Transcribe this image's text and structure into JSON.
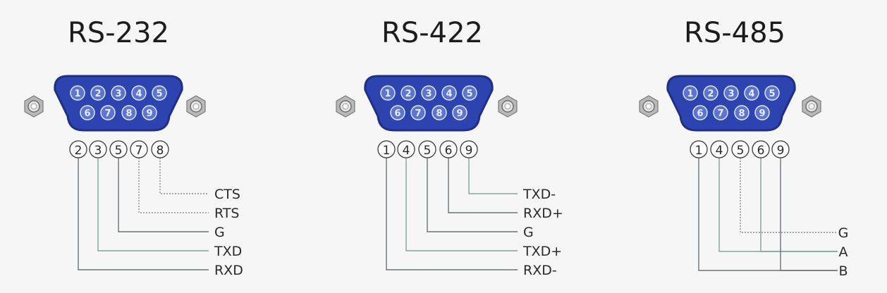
{
  "colors": {
    "background": "#f6f6f6",
    "connector_fill": "#2d44b0",
    "connector_stroke": "#1f2f86",
    "pin_face": "#5c74d4",
    "pin_text": "#e9efff",
    "wire_solid": "#6b7277",
    "wire_green": "#7fa595",
    "wire_dotted": "#8a8a8a",
    "text": "#2a2a2a"
  },
  "connector_pins_top": [
    "1",
    "2",
    "3",
    "4",
    "5"
  ],
  "connector_pins_bottom": [
    "6",
    "7",
    "8",
    "9"
  ],
  "icons": [
    "hex-nut-icon",
    "db9-connector-icon",
    "circled-number-icon"
  ],
  "standards": [
    {
      "title": "RS-232",
      "pins": [
        "2",
        "3",
        "5",
        "7",
        "8"
      ],
      "signals": [
        {
          "label": "CTS",
          "pin": "8",
          "style": "dotted"
        },
        {
          "label": "RTS",
          "pin": "7",
          "style": "dotted"
        },
        {
          "label": "G",
          "pin": "5",
          "style": "solid"
        },
        {
          "label": "TXD",
          "pin": "3",
          "style": "green"
        },
        {
          "label": "RXD",
          "pin": "2",
          "style": "solid"
        }
      ]
    },
    {
      "title": "RS-422",
      "pins": [
        "1",
        "4",
        "5",
        "6",
        "9"
      ],
      "signals": [
        {
          "label": "TXD-",
          "pin": "9",
          "style": "green"
        },
        {
          "label": "RXD+",
          "pin": "6",
          "style": "solid"
        },
        {
          "label": "G",
          "pin": "5",
          "style": "solid"
        },
        {
          "label": "TXD+",
          "pin": "4",
          "style": "green"
        },
        {
          "label": "RXD-",
          "pin": "1",
          "style": "solid"
        }
      ]
    },
    {
      "title": "RS-485",
      "pins": [
        "1",
        "4",
        "5",
        "6",
        "9"
      ],
      "signals": [
        {
          "label": "G",
          "pin": "5",
          "style": "dotted"
        },
        {
          "label": "A",
          "pins": [
            "4",
            "6"
          ],
          "style": "green"
        },
        {
          "label": "B",
          "pins": [
            "1",
            "9"
          ],
          "style": "solid"
        }
      ]
    }
  ]
}
